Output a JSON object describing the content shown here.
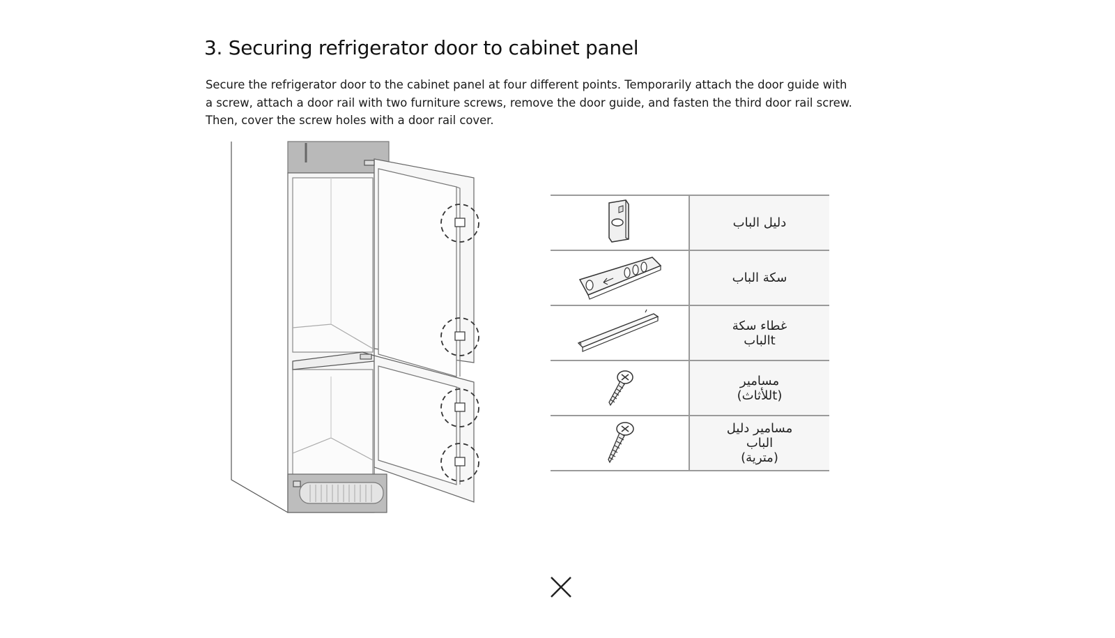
{
  "page": {
    "title": "3. Securing refrigerator door to cabinet panel",
    "description_lines": [
      "Secure the refrigerator door to the cabinet panel at four different points. Temporarily attach the door guide with",
      "a screw, attach a door rail with two furniture screws, remove the door guide, and fasten the third door rail screw.",
      "Then, cover the screw holes with a door rail cover."
    ]
  },
  "parts": [
    {
      "icon": "door-guide-icon",
      "label": "دليل الباب"
    },
    {
      "icon": "door-rail-icon",
      "label": "سكة الباب"
    },
    {
      "icon": "door-rail-cover-icon",
      "label": "غطاء سكة\nالبابt"
    },
    {
      "icon": "furniture-screw-icon",
      "label": "مسامير\n(للأثاثt)"
    },
    {
      "icon": "door-guide-screw-icon",
      "label": "مسامير دليل\nالباب\n(مترية)"
    }
  ],
  "close": {
    "icon": "close-icon"
  }
}
